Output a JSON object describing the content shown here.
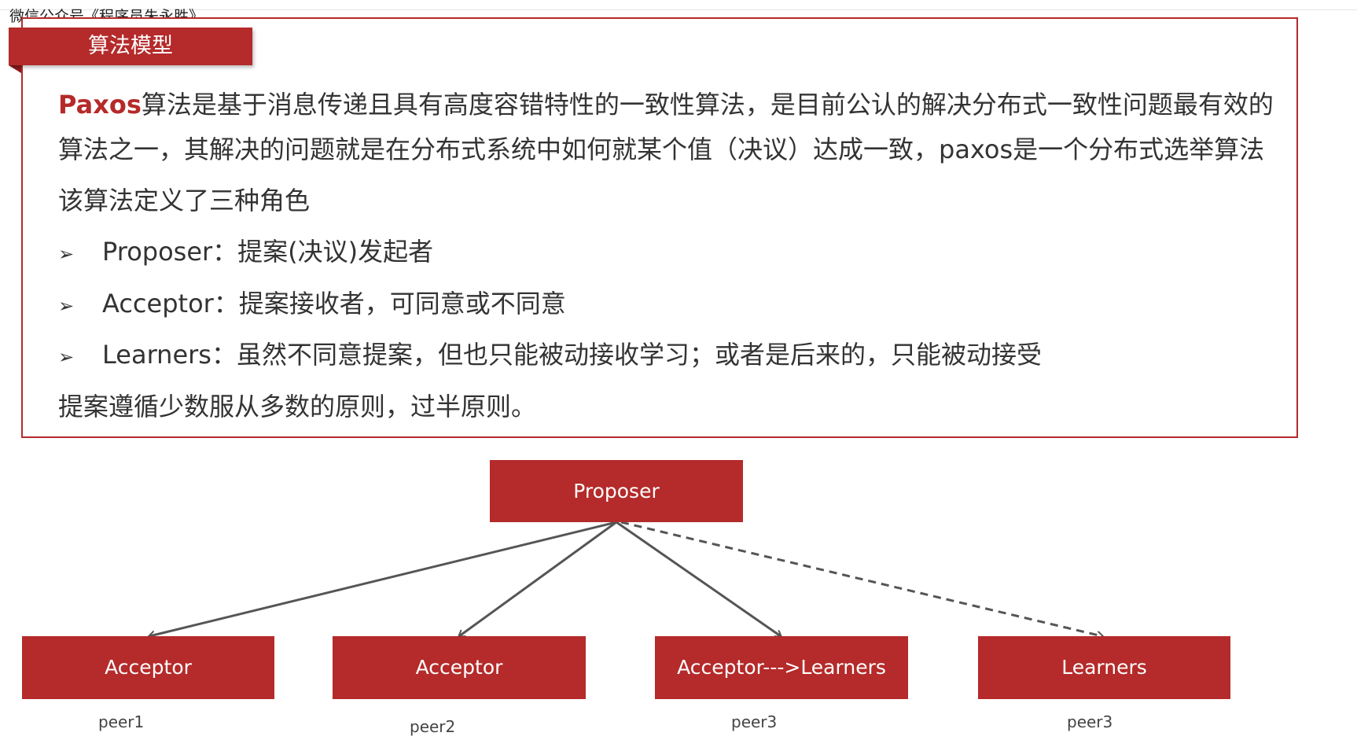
{
  "watermark": "微信公众号《程序员朱永胜》",
  "section_title": "算法模型",
  "intro": {
    "highlight": "Paxos",
    "line1_rest": "算法是基于消息传递且具有高度容错特性的一致性算法，是目前公认的解决分布式一致性问题最有效的",
    "line2": "算法之一，其解决的问题就是在分布式系统中如何就某个值（决议）达成一致，paxos是一个分布式选举算法",
    "line3": " 该算法定义了三种角色"
  },
  "roles": [
    {
      "bullet": "➢",
      "text": "Proposer：提案(决议)发起者"
    },
    {
      "bullet": "➢",
      "text": "Acceptor：提案接收者，可同意或不同意"
    },
    {
      "bullet": "➢",
      "text": "Learners：虽然不同意提案，但也只能被动接收学习；或者是后来的，只能被动接受"
    }
  ],
  "rule": "提案遵循少数服从多数的原则，过半原则。",
  "diagram": {
    "root": "Proposer",
    "children": [
      {
        "label": "Acceptor",
        "peer": "peer1",
        "dashed": false
      },
      {
        "label": "Acceptor",
        "peer": "peer2",
        "dashed": false
      },
      {
        "label": "Acceptor--->Learners",
        "peer": "peer3",
        "dashed": false
      },
      {
        "label": "Learners",
        "peer": "peer3",
        "dashed": true
      }
    ]
  },
  "colors": {
    "accent": "#b52a2a",
    "text": "#333333",
    "arrow": "#555555"
  }
}
